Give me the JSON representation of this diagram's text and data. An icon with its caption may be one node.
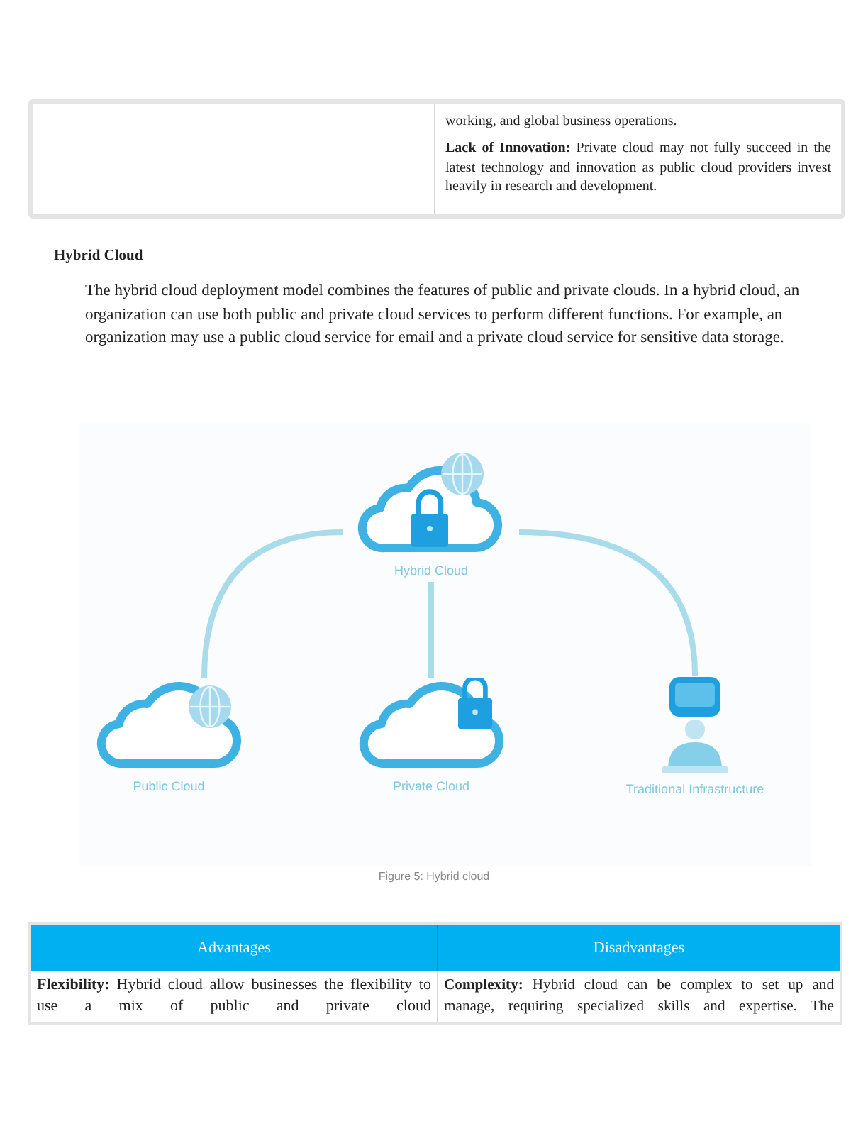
{
  "diagram": {
    "title": "Hybrid Cloud",
    "caption": "Figure 5: Hybrid cloud",
    "nodes": [
      {
        "text": [
          "Hybrid Cloud"
        ]
      },
      {
        "text": [
          "Public Cloud"
        ]
      },
      {
        "text": [
          "Private Cloud"
        ]
      },
      {
        "text": [
          "Traditional Infrastructure"
        ]
      }
    ],
    "edges": [
      {
        "from": 0,
        "to": 1,
        "arrow": "none"
      },
      {
        "from": 0,
        "to": 2,
        "arrow": "none"
      },
      {
        "from": 0,
        "to": 3,
        "arrow": "none"
      }
    ],
    "labels": [
      "working, and global business operations.",
      "**Lack of Innovation:** Private cloud may not fully succeed in the latest technology and innovation as public cloud providers invest heavily in research and development.",
      "The hybrid cloud deployment model combines the features of public and private clouds. In a hybrid cloud, an organization can use both public and private cloud services to perform different functions. For example, an organization may use a public cloud service for email and a private cloud service for sensitive data storage.",
      "Advantages",
      "Disadvantages",
      "**Flexibility:** Hybrid cloud allow businesses the flexibility to use a mix of public and private cloud",
      "**Complexity:** Hybrid cloud can be complex to set up and manage, requiring specialized skills and expertise. The"
    ]
  }
}
